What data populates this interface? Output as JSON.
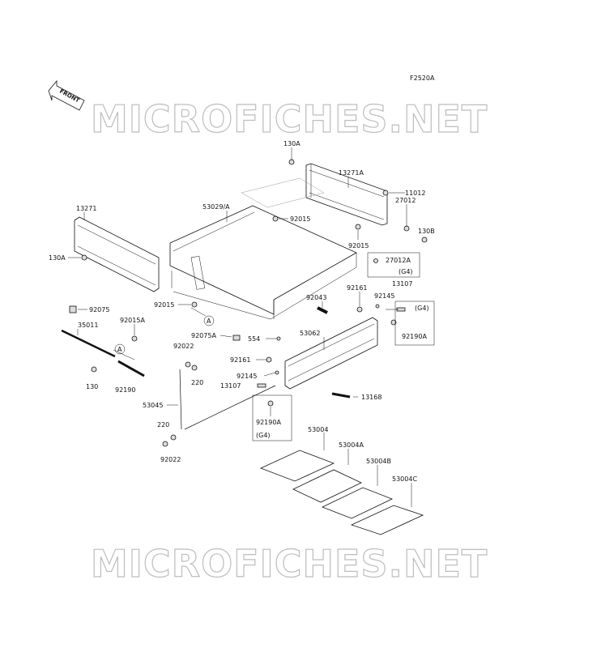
{
  "figure_id": "F2520A",
  "front_label": "FRONT",
  "watermark": "MICROFICHES.NET",
  "parts": {
    "p130A_top": "130A",
    "p13271A": "13271A",
    "p11012": "11012",
    "p27012": "27012",
    "p130B": "130B",
    "p92015_r": "92015",
    "p27012A": "27012A",
    "g4_a": "(G4)",
    "p13271": "13271",
    "p53029A": "53029/A",
    "p92015_m": "92015",
    "p130A_left": "130A",
    "p92015_l": "92015",
    "circA_1": "A",
    "p92075": "92075",
    "p35011": "35011",
    "p92015A": "92015A",
    "circA_2": "A",
    "p130": "130",
    "p92190": "92190",
    "p92161_t": "92161",
    "p13107_t": "13107",
    "p92145_t": "92145",
    "g4_b": "(G4)",
    "p92043": "92043",
    "p92190A_r": "92190A",
    "p92075A": "92075A",
    "p554": "554",
    "p53062": "53062",
    "p92022_t": "92022",
    "p220_t": "220",
    "p92161_b": "92161",
    "p92145_b": "92145",
    "p13107_b": "13107",
    "p13168": "13168",
    "p53045": "53045",
    "p92190A_b": "92190A",
    "g4_c": "(G4)",
    "p220_b": "220",
    "p92022_b": "92022",
    "p53004": "53004",
    "p53004A": "53004A",
    "p53004B": "53004B",
    "p53004C": "53004C"
  }
}
